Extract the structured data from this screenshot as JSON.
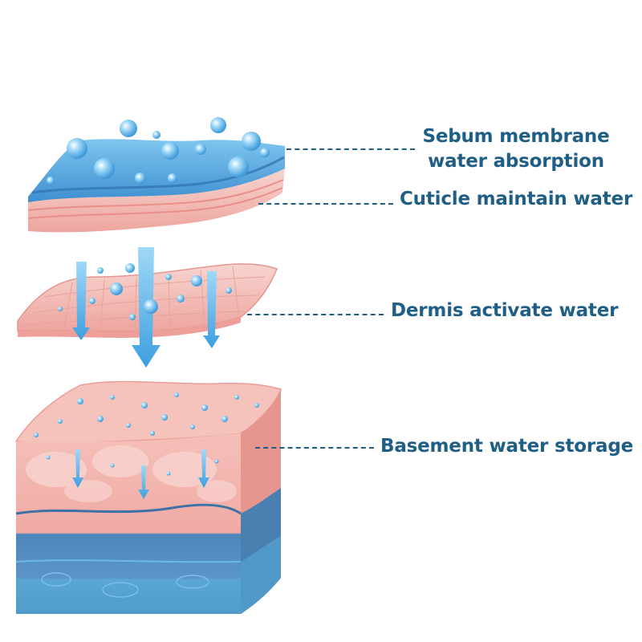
{
  "labels": {
    "sebum_line1": "Sebum membrane",
    "sebum_line2": "water absorption",
    "cuticle": "Cuticle maintain water",
    "dermis": "Dermis activate water",
    "basement": "Basement water storage"
  },
  "colors": {
    "label_text": "#1f5f86",
    "water_blue": "#5ab4e6",
    "skin_pink": "#f2b3ad",
    "deep_blue": "#3f82b8"
  },
  "icons": [
    "water-droplet-icon",
    "down-arrow-icon"
  ]
}
